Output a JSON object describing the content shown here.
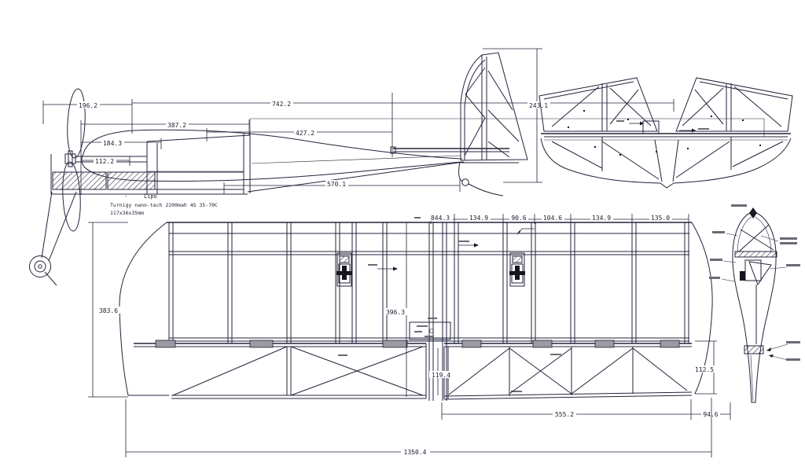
{
  "colors": {
    "background": "#ffffff",
    "line": "#23233c",
    "hinge_tab_gray": "#9a9aa2",
    "fill_black": "#15151f"
  },
  "battery_note": {
    "bullet": "-",
    "name": "Lipo",
    "spec": "Turnigy nano-tech 2200mah 4S 35-70C",
    "size": "117x36x35mm"
  },
  "side_view": {
    "dims": {
      "d196": "196.2",
      "d742": "742.2",
      "d387": "387.2",
      "d427": "427.2",
      "d184": "184.3",
      "d112": "112.2",
      "d570": "570.1",
      "d243": "243.1"
    }
  },
  "wing_view": {
    "dims": {
      "bay_a": "844.3",
      "bay_b": "134.9",
      "bay_c": "90.6",
      "bay_d": "104.6",
      "bay_e": "134.9",
      "bay_f": "135.0",
      "chord_tip": "383.6",
      "chord_center": "396.3",
      "aileron_inner": "119.4",
      "aileron_outer": "112.5",
      "aileron_span": "555.2",
      "tip_bay": "94.6",
      "span_total": "1350.4"
    }
  }
}
